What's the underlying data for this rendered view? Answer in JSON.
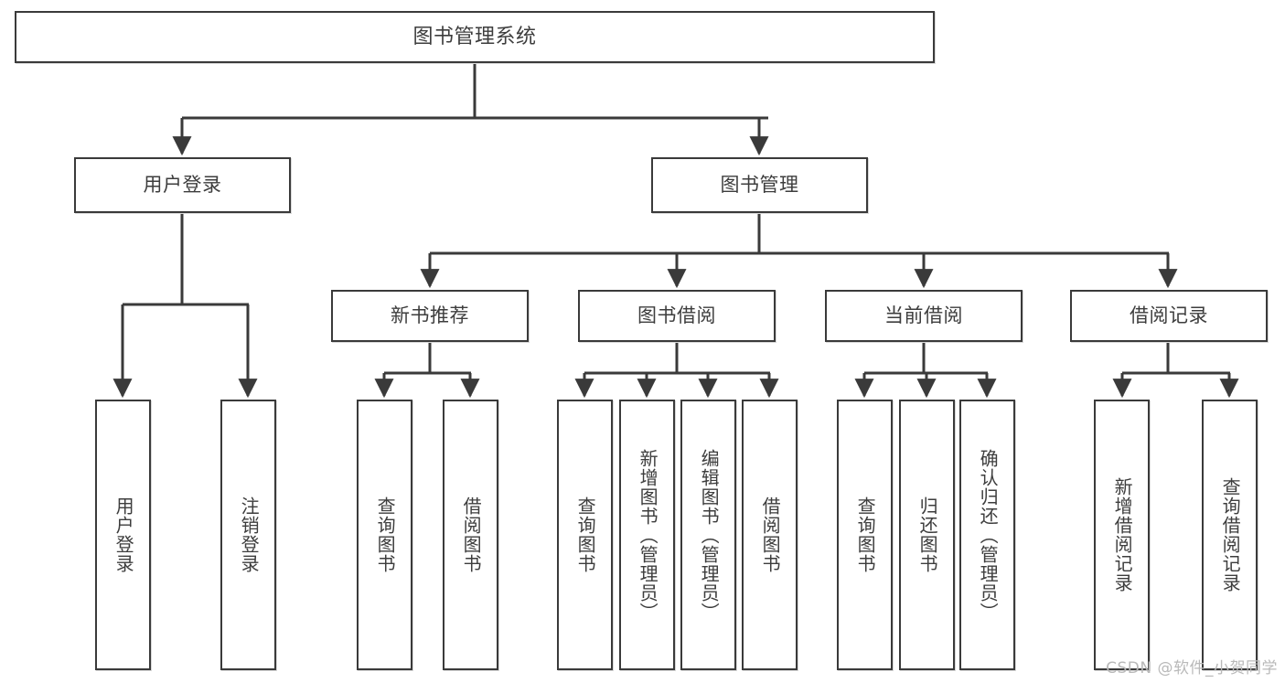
{
  "diagram": {
    "type": "tree-hierarchy",
    "title": "图书管理系统",
    "orientation": "top-down",
    "watermark": "CSDN @软件_小贺同学",
    "colors": {
      "node_border": "#3a3a3a",
      "node_fill": "#ffffff",
      "edge": "#3a3a3a",
      "text": "#3d3d3d",
      "watermark": "#b9b9b9",
      "background": "#ffffff"
    },
    "nodes": {
      "root": {
        "label": "图书管理系统",
        "level": 1,
        "text_dir": "horizontal"
      },
      "l2_user_login": {
        "label": "用户登录",
        "level": 2,
        "text_dir": "horizontal"
      },
      "l2_book_manage": {
        "label": "图书管理",
        "level": 2,
        "text_dir": "horizontal"
      },
      "l3_new_book_rec": {
        "label": "新书推荐",
        "level": 3,
        "text_dir": "horizontal"
      },
      "l3_book_borrow": {
        "label": "图书借阅",
        "level": 3,
        "text_dir": "horizontal"
      },
      "l3_current_borrow": {
        "label": "当前借阅",
        "level": 3,
        "text_dir": "horizontal"
      },
      "l3_borrow_record": {
        "label": "借阅记录",
        "level": 3,
        "text_dir": "horizontal"
      },
      "leaf_user_login": {
        "label": "用户登录",
        "level": 4,
        "text_dir": "vertical"
      },
      "leaf_logout": {
        "label": "注销登录",
        "level": 4,
        "text_dir": "vertical"
      },
      "leaf_rec_query_book": {
        "label": "查询图书",
        "level": 4,
        "text_dir": "vertical"
      },
      "leaf_rec_borrow_book": {
        "label": "借阅图书",
        "level": 4,
        "text_dir": "vertical"
      },
      "leaf_bw_query_book": {
        "label": "查询图书",
        "level": 4,
        "text_dir": "vertical"
      },
      "leaf_bw_add_book": {
        "label": "新增图书（管理员）",
        "level": 4,
        "text_dir": "vertical"
      },
      "leaf_bw_edit_book": {
        "label": "编辑图书（管理员）",
        "level": 4,
        "text_dir": "vertical"
      },
      "leaf_bw_borrow_book": {
        "label": "借阅图书",
        "level": 4,
        "text_dir": "vertical"
      },
      "leaf_cur_query_book": {
        "label": "查询图书",
        "level": 4,
        "text_dir": "vertical"
      },
      "leaf_cur_return_book": {
        "label": "归还图书",
        "level": 4,
        "text_dir": "vertical"
      },
      "leaf_cur_confirm_return": {
        "label": "确认归还（管理员）",
        "level": 4,
        "text_dir": "vertical"
      },
      "leaf_rec_add_record": {
        "label": "新增借阅记录",
        "level": 4,
        "text_dir": "vertical"
      },
      "leaf_rec_query_record": {
        "label": "查询借阅记录",
        "level": 4,
        "text_dir": "vertical"
      }
    },
    "edges": [
      {
        "from": "root",
        "to": "l2_user_login"
      },
      {
        "from": "root",
        "to": "l2_book_manage"
      },
      {
        "from": "l2_user_login",
        "to": "leaf_user_login"
      },
      {
        "from": "l2_user_login",
        "to": "leaf_logout"
      },
      {
        "from": "l2_book_manage",
        "to": "l3_new_book_rec"
      },
      {
        "from": "l2_book_manage",
        "to": "l3_book_borrow"
      },
      {
        "from": "l2_book_manage",
        "to": "l3_current_borrow"
      },
      {
        "from": "l2_book_manage",
        "to": "l3_borrow_record"
      },
      {
        "from": "l3_new_book_rec",
        "to": "leaf_rec_query_book"
      },
      {
        "from": "l3_new_book_rec",
        "to": "leaf_rec_borrow_book"
      },
      {
        "from": "l3_book_borrow",
        "to": "leaf_bw_query_book"
      },
      {
        "from": "l3_book_borrow",
        "to": "leaf_bw_add_book"
      },
      {
        "from": "l3_book_borrow",
        "to": "leaf_bw_edit_book"
      },
      {
        "from": "l3_book_borrow",
        "to": "leaf_bw_borrow_book"
      },
      {
        "from": "l3_current_borrow",
        "to": "leaf_cur_query_book"
      },
      {
        "from": "l3_current_borrow",
        "to": "leaf_cur_return_book"
      },
      {
        "from": "l3_current_borrow",
        "to": "leaf_cur_confirm_return"
      },
      {
        "from": "l3_borrow_record",
        "to": "leaf_rec_add_record"
      },
      {
        "from": "l3_borrow_record",
        "to": "leaf_rec_query_record"
      }
    ]
  }
}
